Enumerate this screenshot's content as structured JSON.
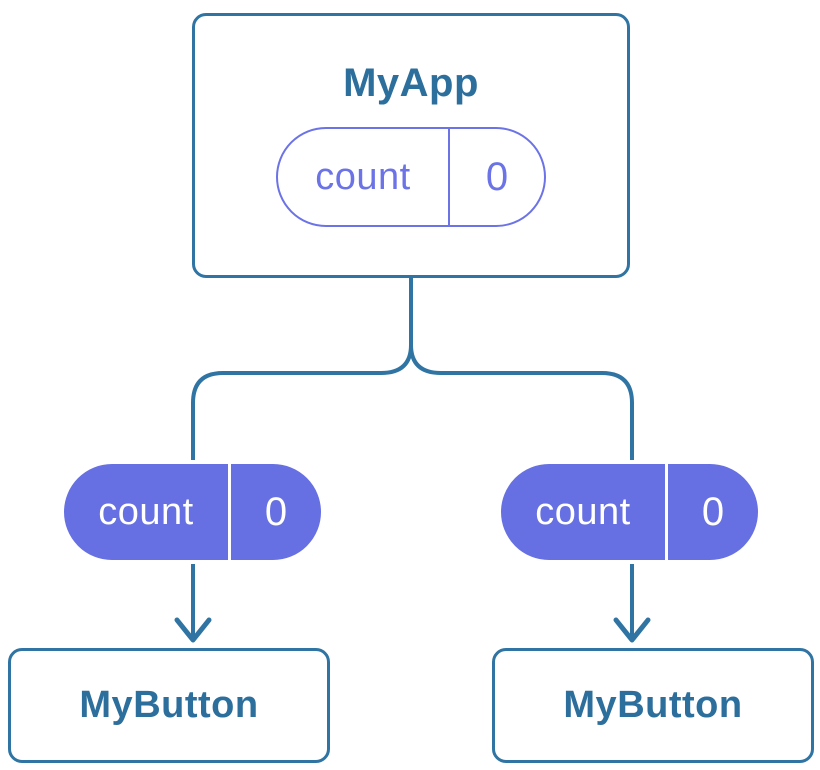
{
  "diagram": {
    "description": "React component tree diagram showing state in parent and children",
    "colors": {
      "connector_line": "#2F74A3",
      "card_border": "#2F74A3",
      "card_text": "#2C6E9C",
      "state_pill_fill": "#6670E2",
      "state_pill_outline": "#6B73E6",
      "background": "#ffffff"
    },
    "root": {
      "title": "MyApp",
      "state": {
        "name": "count",
        "value": "0"
      }
    },
    "children": [
      {
        "title": "MyButton",
        "state": {
          "name": "count",
          "value": "0"
        }
      },
      {
        "title": "MyButton",
        "state": {
          "name": "count",
          "value": "0"
        }
      }
    ]
  }
}
